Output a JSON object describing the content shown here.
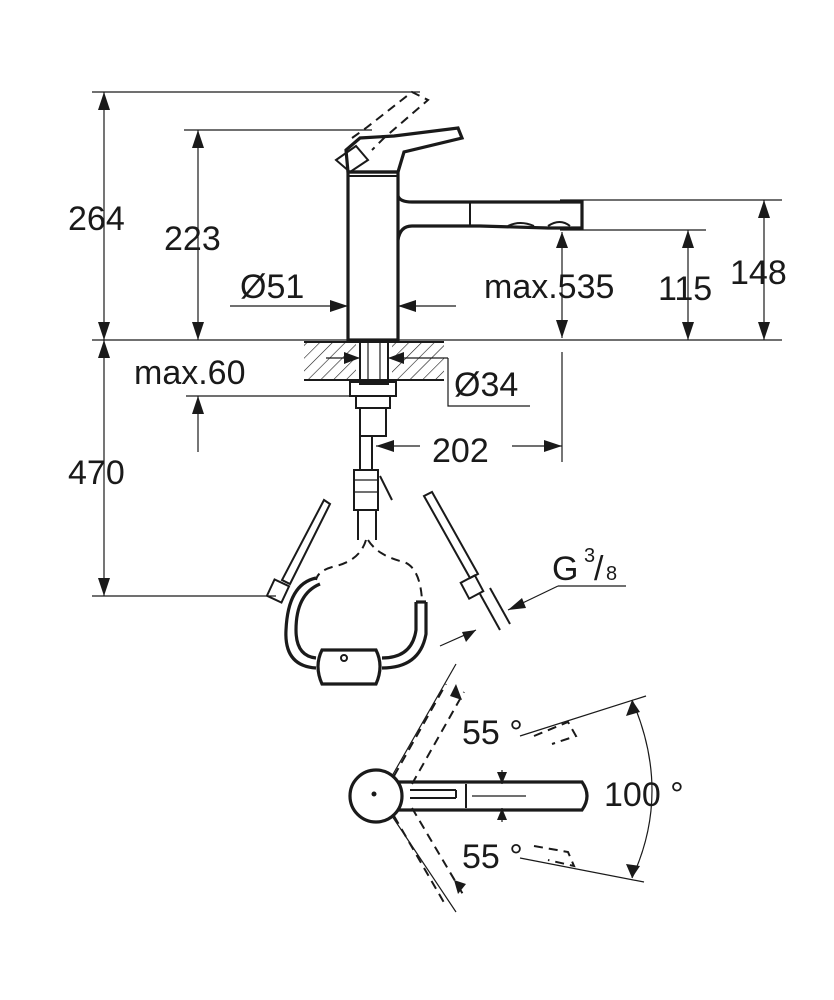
{
  "dimensions": {
    "total_height_lever_up": "264",
    "height_to_top": "223",
    "body_diameter": "Ø51",
    "max_reach": "max.535",
    "spout_outlet_height": "115",
    "spout_top_height": "148",
    "max_counter_thickness": "max.60",
    "mounting_hole_diameter": "Ø34",
    "below_counter_length": "470",
    "spout_projection": "202",
    "connection_thread": "G",
    "thread_numerator": "3",
    "thread_denominator": "8"
  },
  "angles": {
    "upper_swivel": "55 °",
    "lower_swivel": "55 °",
    "total_swivel": "100 °"
  },
  "colors": {
    "line": "#1a1a1a",
    "background": "#ffffff"
  }
}
